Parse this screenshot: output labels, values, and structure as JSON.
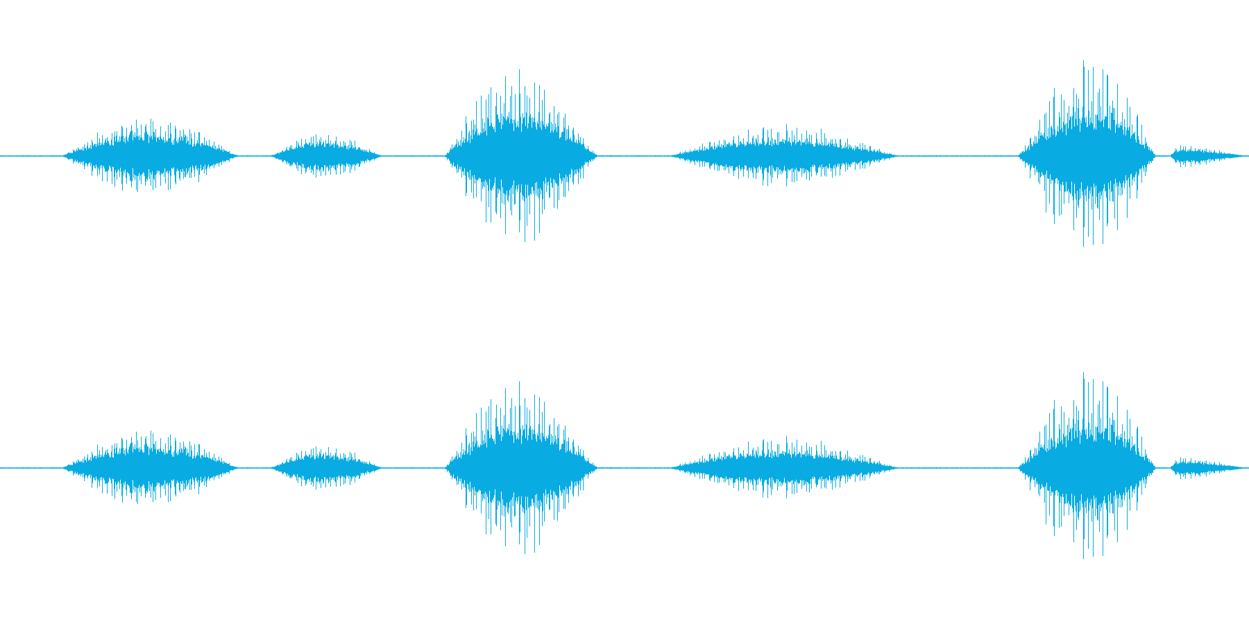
{
  "waveform": {
    "color": "#08ace2",
    "background": "#ffffff",
    "channels": [
      {
        "name": "channel-1"
      },
      {
        "name": "channel-2"
      }
    ],
    "bursts": [
      {
        "start": 0.05,
        "end": 0.19,
        "peak": 0.12,
        "amp": 0.26,
        "spiky": 0.55
      },
      {
        "start": 0.217,
        "end": 0.305,
        "peak": 0.258,
        "amp": 0.16,
        "spiky": 0.45
      },
      {
        "start": 0.356,
        "end": 0.478,
        "peak": 0.411,
        "amp": 0.5,
        "spiky": 0.85
      },
      {
        "start": 0.537,
        "end": 0.718,
        "peak": 0.625,
        "amp": 0.19,
        "spiky": 0.7
      },
      {
        "start": 0.815,
        "end": 0.925,
        "peak": 0.876,
        "amp": 0.54,
        "spiky": 0.95
      },
      {
        "start": 0.937,
        "end": 0.995,
        "peak": 0.943,
        "amp": 0.07,
        "spiky": 0.6
      }
    ]
  }
}
